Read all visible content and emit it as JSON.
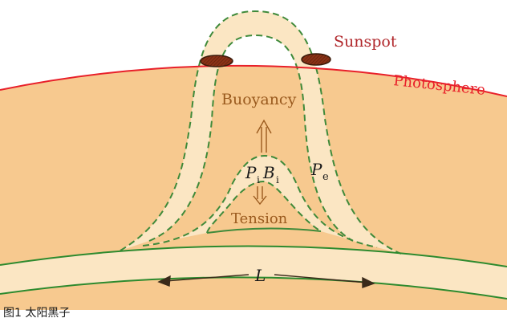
{
  "labels": {
    "sunspot": "Sunspot",
    "photosphere": "Photosphere",
    "buoyancy": "Buoyancy",
    "tension": "Tension",
    "p_i": "P",
    "p_i_sub": "i",
    "b_i": "B",
    "b_i_sub": "i",
    "p_e": "P",
    "p_e_sub": "e",
    "length": "L",
    "caption": "图1 太阳黑子"
  },
  "colors": {
    "photosphere_line": "#e8202a",
    "sunspot_text": "#b0262a",
    "interior": "#f7c98f",
    "tube": "#fbe6c3",
    "tube_edge": "#3f8a3a",
    "bottom_line": "#2d8a2e",
    "label_brown": "#9a5a1e",
    "sunspot_fill": "#8a3216",
    "arrow_dark": "#3a2a1a"
  }
}
